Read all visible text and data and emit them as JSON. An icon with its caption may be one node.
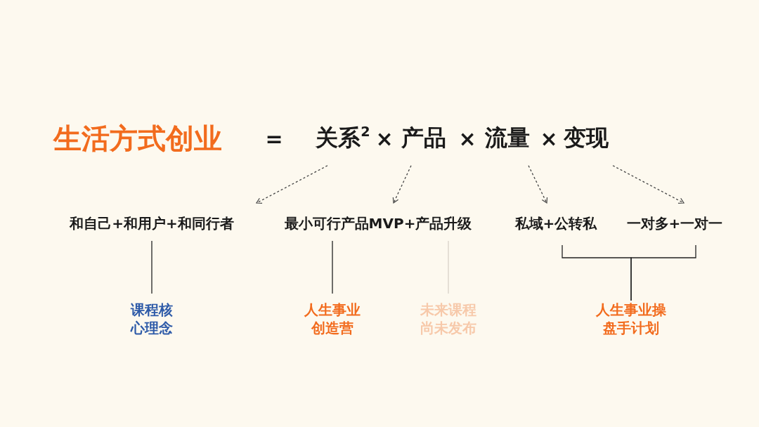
{
  "diagram": {
    "nodes": [
      {
        "text": [
          "关系$^{2}$"
        ]
      },
      {
        "text": [
          "产品"
        ]
      },
      {
        "text": [
          "流量"
        ]
      },
      {
        "text": [
          "变现"
        ]
      },
      {
        "text": [
          "和自己+和用户+和同行者"
        ]
      },
      {
        "text": [
          "最小可行产品MVP+产品升级"
        ]
      },
      {
        "text": [
          "私域+公转私"
        ]
      },
      {
        "text": [
          "一对多+一对一"
        ]
      },
      {
        "text": [
          "课程核心理念"
        ]
      },
      {
        "text": [
          "人生事业创造营"
        ]
      },
      {
        "text": [
          "未来课程尚未发布"
        ]
      },
      {
        "text": [
          "人生事业操盘手计划"
        ]
      }
    ],
    "edges": [
      {
        "from": 0,
        "to": 4,
        "arrow": "to",
        "style": "dashed"
      },
      {
        "from": 1,
        "to": 5,
        "arrow": "to",
        "style": "dashed"
      },
      {
        "from": 2,
        "to": 6,
        "arrow": "to",
        "style": "dashed"
      },
      {
        "from": 3,
        "to": 7,
        "arrow": "to",
        "style": "dashed"
      },
      {
        "from": 4,
        "to": 8,
        "arrow": "none"
      },
      {
        "from": 5,
        "to": 9,
        "arrow": "none"
      },
      {
        "from": 5,
        "to": 10,
        "arrow": "none",
        "color": "#d8d2c8"
      },
      {
        "from": 6,
        "to": 11,
        "arrow": "none"
      },
      {
        "from": 7,
        "to": 11,
        "arrow": "none"
      }
    ],
    "labels": [
      "生活方式创业",
      "=",
      "×",
      "×",
      "×"
    ]
  }
}
